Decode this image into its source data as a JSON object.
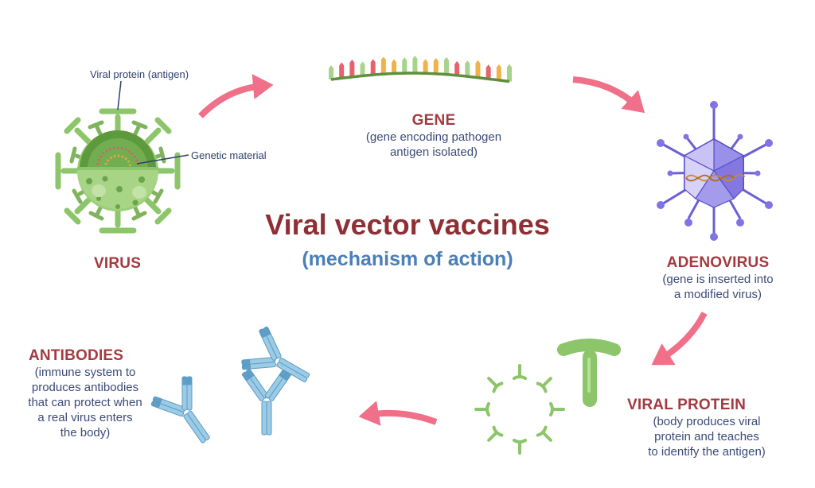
{
  "title": "Viral vector vaccines",
  "subtitle": "(mechanism of action)",
  "colors": {
    "title": "#8e2f33",
    "subtitle": "#4a7fb8",
    "stage_title": "#a33a3f",
    "stage_desc": "#3b4a78",
    "arrow": "#ef7088",
    "virus_green": "#8cc56a",
    "adenovirus_purple": "#6a5fd6",
    "antibody_blue": "#8ec4e3"
  },
  "virus": {
    "label": "VIRUS",
    "callouts": {
      "protein": "Viral protein (antigen)",
      "genetic": "Genetic material"
    }
  },
  "gene": {
    "label": "GENE",
    "desc": [
      "(gene encoding pathogen",
      "antigen isolated)"
    ]
  },
  "adenovirus": {
    "label": "ADENOVIRUS",
    "desc": [
      "(gene is inserted into",
      "a modified virus)"
    ]
  },
  "viral_protein": {
    "label": "VIRAL PROTEIN",
    "desc": [
      "(body produces viral",
      "protein and teaches",
      "to identify the antigen)"
    ]
  },
  "antibodies": {
    "label": "ANTIBODIES",
    "desc": [
      "(immune system to",
      "produces antibodies",
      "that can protect when",
      "a real virus enters",
      "the body)"
    ]
  },
  "icons": {
    "virus": "virus-icon",
    "gene": "gene-strand-icon",
    "adenovirus": "adenovirus-icon",
    "protein": "viral-protein-icon",
    "antibody": "antibody-icon",
    "arrow": "cycle-arrow-icon"
  }
}
